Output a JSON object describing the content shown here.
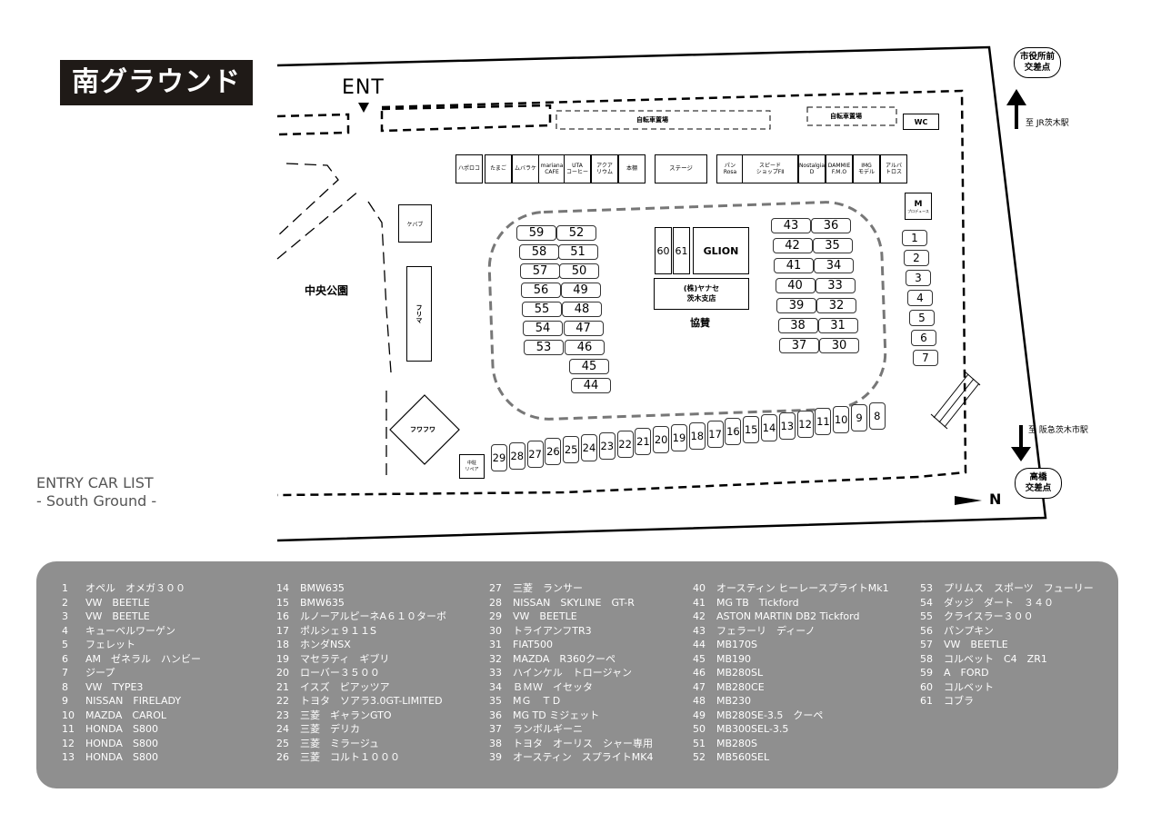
{
  "header": {
    "title": "南グラウンド",
    "entrance": "ENT",
    "north": "N",
    "entry_title": "ENTRY CAR LIST",
    "entry_subtitle": "- South Ground -"
  },
  "places": {
    "park": "中央公園",
    "bike1": "自転車置場",
    "bike2": "自転車置場",
    "wc": "WC",
    "stage": "ステージ",
    "kebab": "ケバブ",
    "flea": "フリマ",
    "fuwafuwa": "フワフワ",
    "used_repair": "中駐\nリペア",
    "m_produce": "M",
    "m_produce_sub": "プロデュース",
    "glion": "GLION",
    "yanase": "(株)ヤナセ\n茨木支店",
    "sponsor": "協賛",
    "city_hall": "市役所前\n交差点",
    "takahashi": "高橋\n交差点",
    "to_jr": "至 JR茨木駅",
    "to_hankyu": "至 阪急茨木市駅"
  },
  "stalls": [
    {
      "name": "ハポロコ"
    },
    {
      "name": "たまご"
    },
    {
      "name": "ムバラケ"
    },
    {
      "name": "mariana\nCAFE"
    },
    {
      "name": "UTA\nコーヒー"
    },
    {
      "name": "アクア\nリウム"
    },
    {
      "name": "本棚"
    },
    {
      "name": "パン\nRosa"
    },
    {
      "name": "スピード\nショップFⅡ"
    },
    {
      "name": "Nostalgia\nD"
    },
    {
      "name": "DAMMIE\nF.M.O"
    },
    {
      "name": "IMG\nモデル"
    },
    {
      "name": "アルバ\nトロス"
    }
  ],
  "slots": {
    "left_col1": [
      "59",
      "58",
      "57",
      "56",
      "55",
      "54",
      "53"
    ],
    "left_col2": [
      "52",
      "51",
      "50",
      "49",
      "48",
      "47",
      "46",
      "45",
      "44"
    ],
    "center": [
      "60",
      "61"
    ],
    "right_col1": [
      "43",
      "42",
      "41",
      "40",
      "39",
      "38",
      "37"
    ],
    "right_col2": [
      "36",
      "35",
      "34",
      "33",
      "32",
      "31",
      "30"
    ],
    "edge": [
      "1",
      "2",
      "3",
      "4",
      "5",
      "6",
      "7"
    ],
    "bottom": [
      "29",
      "28",
      "27",
      "26",
      "25",
      "24",
      "23",
      "22",
      "21",
      "20",
      "19",
      "18",
      "17",
      "16",
      "15",
      "14",
      "13",
      "12",
      "11",
      "10",
      "9",
      "8"
    ]
  },
  "entries": [
    {
      "no": "1",
      "name": "オペル　オメガ３００"
    },
    {
      "no": "2",
      "name": "VW　BEETLE"
    },
    {
      "no": "3",
      "name": "VW　BEETLE"
    },
    {
      "no": "4",
      "name": "キューベルワーゲン"
    },
    {
      "no": "5",
      "name": "フェレット"
    },
    {
      "no": "6",
      "name": "AM　ゼネラル　ハンビー"
    },
    {
      "no": "7",
      "name": "ジープ"
    },
    {
      "no": "8",
      "name": "VW　TYPE3"
    },
    {
      "no": "9",
      "name": "NISSAN　FIRELADY"
    },
    {
      "no": "10",
      "name": "MAZDA　CAROL"
    },
    {
      "no": "11",
      "name": "HONDA　S800"
    },
    {
      "no": "12",
      "name": "HONDA　S800"
    },
    {
      "no": "13",
      "name": "HONDA　S800"
    },
    {
      "no": "14",
      "name": "BMW635"
    },
    {
      "no": "15",
      "name": "BMW635"
    },
    {
      "no": "16",
      "name": "ルノーアルピーネA６１０ターボ"
    },
    {
      "no": "17",
      "name": "ポルシェ９１１S"
    },
    {
      "no": "18",
      "name": "ホンダNSX"
    },
    {
      "no": "19",
      "name": "マセラティ　ギブリ"
    },
    {
      "no": "20",
      "name": "ローバー３５００"
    },
    {
      "no": "21",
      "name": "イスズ　ピアッツア"
    },
    {
      "no": "22",
      "name": "トヨタ　ソアラ3.0GT-LIMITED"
    },
    {
      "no": "23",
      "name": "三菱　ギャランGTO"
    },
    {
      "no": "24",
      "name": "三菱　デリカ"
    },
    {
      "no": "25",
      "name": "三菱　ミラージュ"
    },
    {
      "no": "26",
      "name": "三菱　コルト１０００"
    },
    {
      "no": "27",
      "name": "三菱　ランサー"
    },
    {
      "no": "28",
      "name": "NISSAN　SKYLINE　GT-R"
    },
    {
      "no": "29",
      "name": "VW　BEETLE"
    },
    {
      "no": "30",
      "name": "トライアンフTR3"
    },
    {
      "no": "31",
      "name": "FIAT500"
    },
    {
      "no": "32",
      "name": "MAZDA　R360クーペ"
    },
    {
      "no": "33",
      "name": "ハインケル　トロージャン"
    },
    {
      "no": "34",
      "name": "ＢＭＷ　イセッタ"
    },
    {
      "no": "35",
      "name": "MＧ　ＴＤ"
    },
    {
      "no": "36",
      "name": "MG TD ミジェット"
    },
    {
      "no": "37",
      "name": "ランボルギーニ"
    },
    {
      "no": "38",
      "name": "トヨタ　オーリス　シャー専用"
    },
    {
      "no": "39",
      "name": "オースティン　スプライトMK4"
    },
    {
      "no": "40",
      "name": "オースティン ヒーレースプライトMk1"
    },
    {
      "no": "41",
      "name": "MG TB　Tickford"
    },
    {
      "no": "42",
      "name": "ASTON MARTIN DB2 Tickford"
    },
    {
      "no": "43",
      "name": "フェラーリ　ディーノ"
    },
    {
      "no": "44",
      "name": "MB170S"
    },
    {
      "no": "45",
      "name": "MB190"
    },
    {
      "no": "46",
      "name": "MB280SL"
    },
    {
      "no": "47",
      "name": "MB280CE"
    },
    {
      "no": "48",
      "name": "MB230"
    },
    {
      "no": "49",
      "name": "MB280SE-3.5　クーペ"
    },
    {
      "no": "50",
      "name": "MB300SEL-3.5"
    },
    {
      "no": "51",
      "name": "MB280S"
    },
    {
      "no": "52",
      "name": "MB560SEL"
    },
    {
      "no": "53",
      "name": "プリムス　スポーツ　フューリー"
    },
    {
      "no": "54",
      "name": "ダッジ　ダート　３４０"
    },
    {
      "no": "55",
      "name": "クライスラー３００"
    },
    {
      "no": "56",
      "name": "パンプキン"
    },
    {
      "no": "57",
      "name": "VW　BEETLE"
    },
    {
      "no": "58",
      "name": "コルベット　C4　ZR1"
    },
    {
      "no": "59",
      "name": "A　FORD"
    },
    {
      "no": "60",
      "name": "コルベット"
    },
    {
      "no": "61",
      "name": "コブラ"
    }
  ]
}
